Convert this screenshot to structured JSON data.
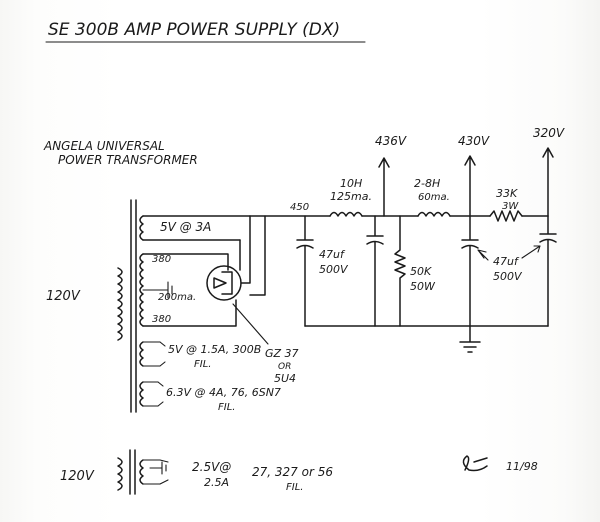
{
  "title": "SE 300B AMP POWER SUPPLY (DX)",
  "transformer": {
    "line1": "ANGELA UNIVERSAL",
    "line2": "POWER TRANSFORMER",
    "primary": "120V",
    "windings": {
      "w1": "5V @ 3A",
      "w2a": "380",
      "w2b": "200ma.",
      "w2c": "380",
      "w3": "5V @ 1.5A, 300B",
      "w3b": "FIL.",
      "w4": "6.3V @ 4A, 76, 6SN7",
      "w4b": "FIL."
    }
  },
  "rectifier": {
    "line1": "GZ 37",
    "line2": "OR",
    "line3": "5U4"
  },
  "circuit": {
    "node_450": "450",
    "choke1_a": "10H",
    "choke1_b": "125ma.",
    "choke2_a": "2-8H",
    "choke2_b": "60ma.",
    "cap1_a": "47uf",
    "cap1_b": "500V",
    "res1_a": "50K",
    "res1_b": "50W",
    "res2_a": "33K",
    "res2_b": "3W",
    "cap2_a": "47uf",
    "cap2_b": "500V",
    "tap1": "436V",
    "tap2": "430V",
    "tap3": "320V"
  },
  "filament_transformer": {
    "primary": "120V",
    "sec_a": "2.5V@",
    "sec_b": "2.5A",
    "tubes_a": "27, 327 or 56",
    "tubes_b": "FIL."
  },
  "signature": {
    "initials": "ke",
    "date": "11/98"
  }
}
